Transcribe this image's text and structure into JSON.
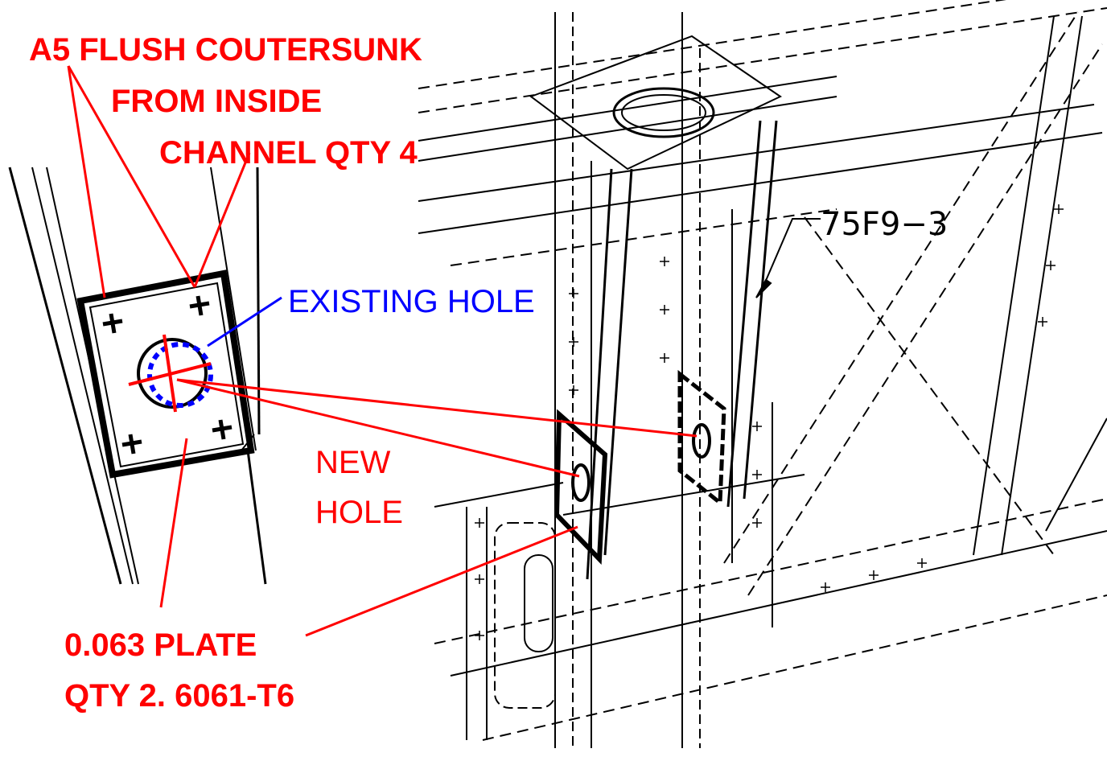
{
  "annotations": {
    "countersunk_line1": "A5 FLUSH COUTERSUNK",
    "countersunk_line2": "FROM INSIDE",
    "countersunk_line3": "CHANNEL QTY 4",
    "existing_hole": "EXISTING HOLE",
    "new_hole_line1": "NEW",
    "new_hole_line2": "HOLE",
    "plate_line1": "0.063 PLATE",
    "plate_line2": "QTY 2. 6061-T6",
    "part_number": "75F9−3"
  },
  "colors": {
    "annotation_red": "#ff0000",
    "annotation_blue": "#0000ff",
    "drawing_lines": "#000000",
    "background": "#ffffff"
  }
}
